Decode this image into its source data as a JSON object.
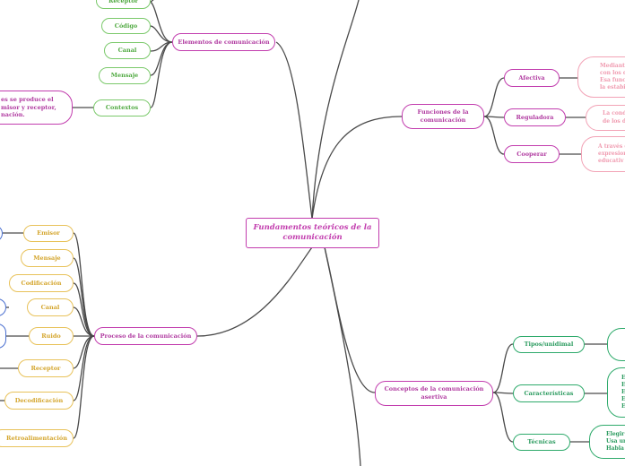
{
  "central": "Fundamentos teóricos de la comunicación",
  "branches": {
    "elementos": {
      "label": "Elementos de comunicación",
      "children": [
        "Receptor",
        "Código",
        "Canal",
        "Mensaje",
        "Contextos"
      ],
      "contextos_text": "es se produce el\nmisor y receptor,\nnación."
    },
    "proceso": {
      "label": "Proceso de la comunicación",
      "children": [
        "Emisor",
        "Mensaje",
        "Codificación",
        "Canal",
        "Ruido",
        "Receptor",
        "Decodificación",
        "Retroalimentación"
      ]
    },
    "funciones": {
      "label": "Funciones de la comunicación",
      "children": [
        "Afectiva",
        "Reguladora",
        "Cooperar"
      ],
      "details": [
        "Mediante\ncon los d\nEsa func\nla estabil",
        "La cond\nde los d",
        "A través d\nexpresion\neducativ"
      ]
    },
    "conceptos": {
      "label": "Conceptos de la comunicación asertiva",
      "children": [
        "Tipos/unidimal",
        "Características",
        "Técnicas"
      ],
      "tecnicas_text": "Elegir\nUsa un\nHabla",
      "caracteristicas_text": "E\nE\nE\nE\nE"
    }
  }
}
